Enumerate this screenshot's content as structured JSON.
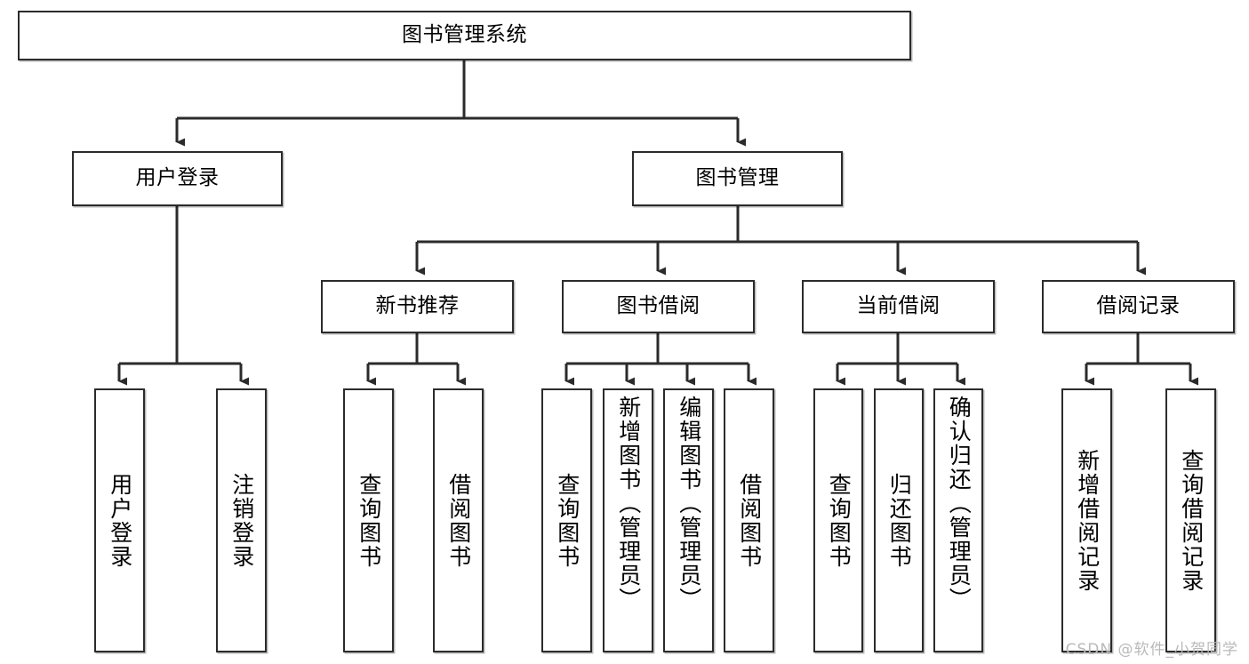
{
  "diagram": {
    "title": "图书管理系统",
    "type": "tree-hierarchy-diagram",
    "root": {
      "label": "图书管理系统"
    },
    "level2": [
      {
        "label": "用户登录"
      },
      {
        "label": "图书管理"
      }
    ],
    "level3": [
      {
        "label": "新书推荐"
      },
      {
        "label": "图书借阅"
      },
      {
        "label": "当前借阅"
      },
      {
        "label": "借阅记录"
      }
    ],
    "leaves": {
      "user_login": [
        {
          "label": "用户登录"
        },
        {
          "label": "注销登录"
        }
      ],
      "new_book_recommend": [
        {
          "label": "查询图书"
        },
        {
          "label": "借阅图书"
        }
      ],
      "book_borrow": [
        {
          "label": "查询图书"
        },
        {
          "label": "新增图书（管理员）"
        },
        {
          "label": "编辑图书（管理员）"
        },
        {
          "label": "借阅图书"
        }
      ],
      "current_borrow": [
        {
          "label": "查询图书"
        },
        {
          "label": "归还图书"
        },
        {
          "label": "确认归还（管理员）"
        }
      ],
      "borrow_record": [
        {
          "label": "新增借阅记录"
        },
        {
          "label": "查询借阅记录"
        }
      ]
    }
  },
  "watermark": {
    "text": "CSDN @软件_小贺同学"
  },
  "colors": {
    "border": "#2b2b2b",
    "background": "#ffffff",
    "text": "#000000",
    "watermark": "#b9b9b9"
  }
}
